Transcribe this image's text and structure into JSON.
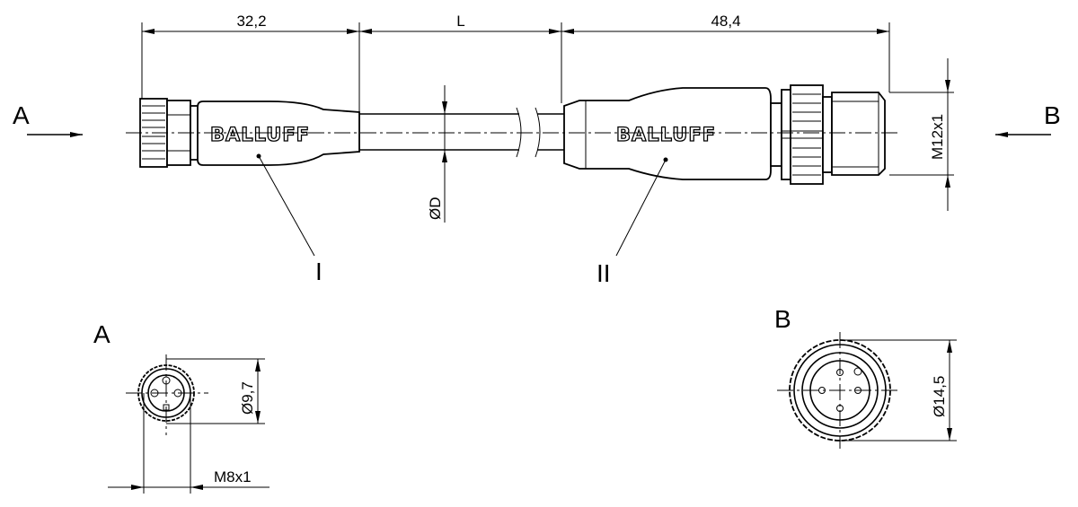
{
  "drawing": {
    "brand_logo": "BALLUFF",
    "dimensions": {
      "left_length": "32,2",
      "cable_length": "L",
      "right_length": "48,4",
      "cable_diameter": "ØD",
      "right_thread": "M12x1",
      "left_diameter": "Ø9,7",
      "left_thread": "M8x1",
      "right_diameter": "Ø14,5"
    },
    "view_labels": {
      "a": "A",
      "b": "B"
    },
    "part_labels": {
      "part1": "I",
      "part2": "II"
    }
  }
}
